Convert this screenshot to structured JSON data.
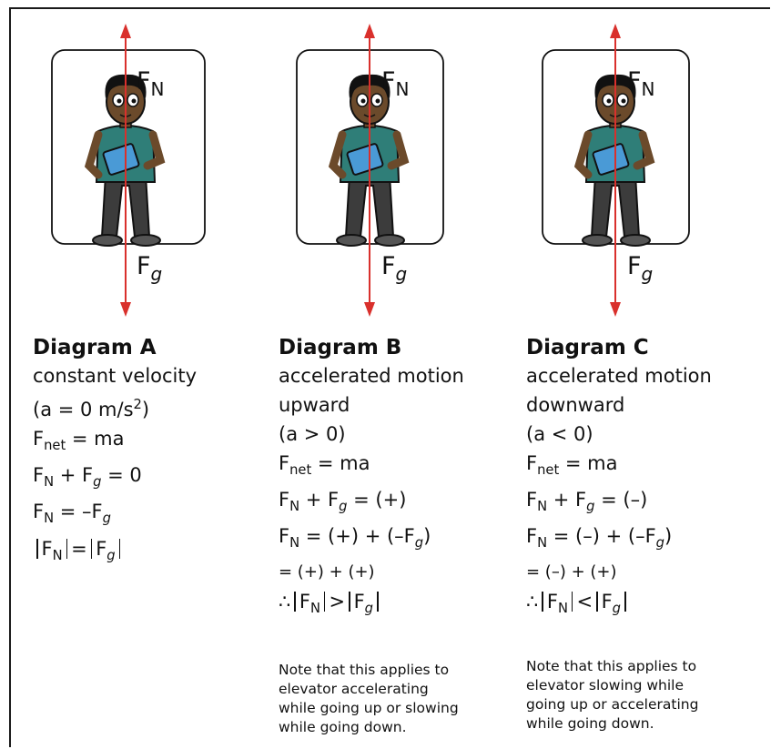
{
  "force_labels": {
    "normal": "F",
    "normal_sub": "N",
    "gravity": "F",
    "gravity_sub": "g"
  },
  "icons": {
    "person": "student-holding-book-icon",
    "arrow_up": "up-arrow-icon",
    "arrow_down": "down-arrow-icon"
  },
  "colors": {
    "arrow": "#d9302c",
    "frame": "#1a1a1a",
    "text": "#111111"
  },
  "diagrams": [
    {
      "title": "Diagram A",
      "desc": [
        "constant velocity"
      ],
      "accel": "(a = 0 m/s",
      "accel_sup": "2",
      "accel_end": ")",
      "fnet": {
        "F": "F",
        "sub": "net",
        "rest": " = ma"
      },
      "sum": "+ F",
      "sum_rest": " = 0",
      "eq": " = –F",
      "mag_eq": "="
    },
    {
      "title": "Diagram B",
      "desc": [
        "accelerated motion",
        "upward"
      ],
      "accel": "(a > 0)",
      "fnet": {
        "F": "F",
        "sub": "net",
        "rest": " = ma"
      },
      "sum": "+ F",
      "sum_rest": " = (+)",
      "eq": " = (+) + (–F",
      "eq_end": ")",
      "step": "= (+) + (+)",
      "therefore": "∴",
      "compare": ">",
      "note": "Note that this applies to elevator accelerating while going up or slowing while going down."
    },
    {
      "title": "Diagram C",
      "desc": [
        "accelerated motion",
        "downward"
      ],
      "accel": "(a < 0)",
      "fnet": {
        "F": "F",
        "sub": "net",
        "rest": " = ma"
      },
      "sum": "+ F",
      "sum_rest": " = (–)",
      "eq": " = (–) + (–F",
      "eq_end": ")",
      "step": "= (–) + (+)",
      "therefore": "∴",
      "compare": "<",
      "note": "Note that this applies to elevator slowing while going up or accelerating while going down."
    }
  ]
}
